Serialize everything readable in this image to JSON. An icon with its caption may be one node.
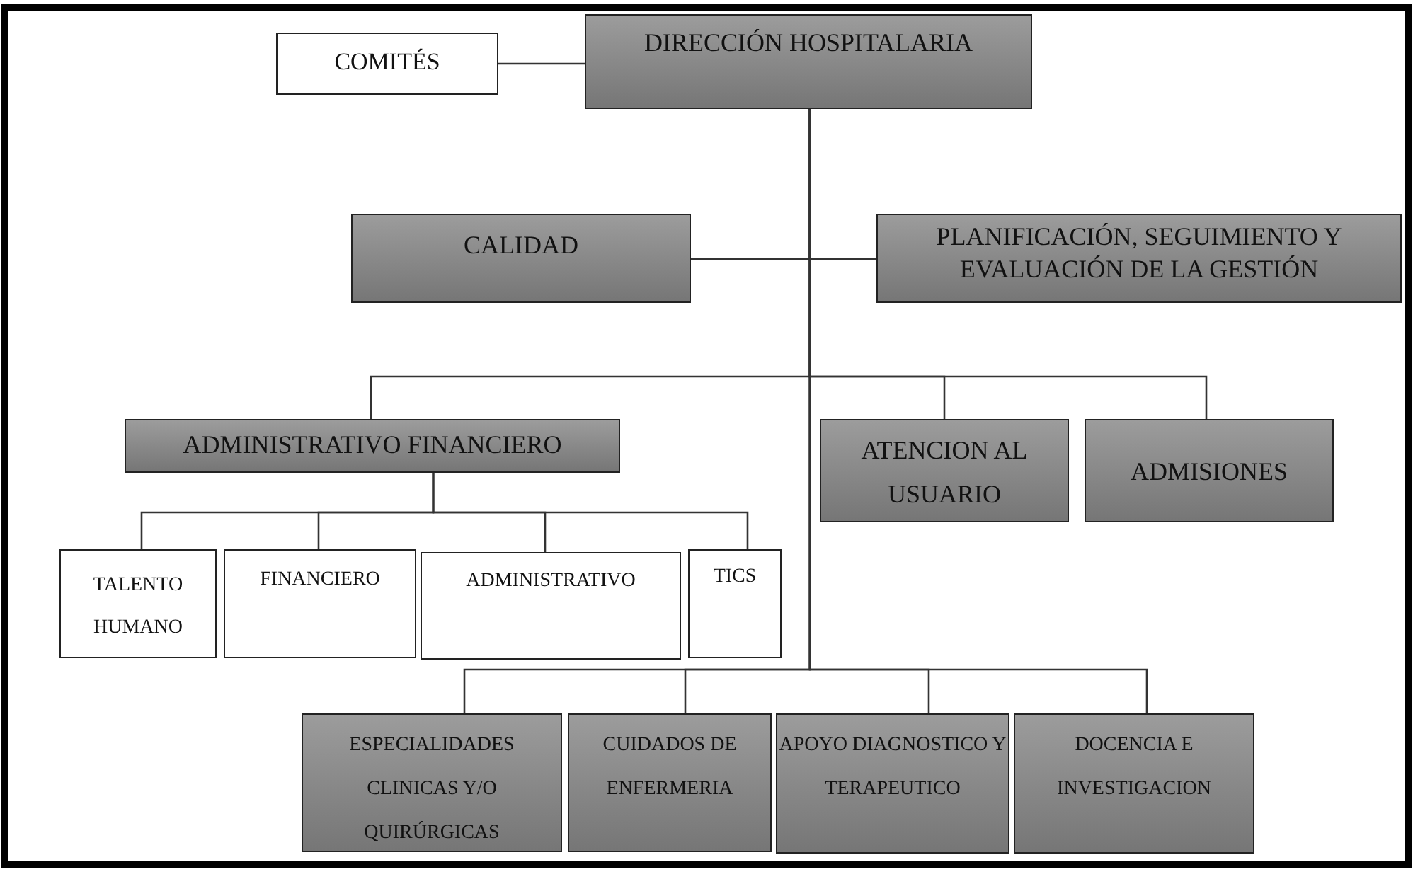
{
  "diagram": {
    "nodes": [
      {
        "text": [
          "DIRECCIÓN HOSPITALARIA"
        ]
      },
      {
        "text": [
          "COMITÉS"
        ]
      },
      {
        "text": [
          "CALIDAD"
        ]
      },
      {
        "text": [
          "PLANIFICACIÓN, SEGUIMIENTO Y EVALUACIÓN DE LA GESTIÓN"
        ]
      },
      {
        "text": [
          "ADMINISTRATIVO FINANCIERO"
        ]
      },
      {
        "text": [
          "ATENCION AL USUARIO"
        ]
      },
      {
        "text": [
          "ADMISIONES"
        ]
      },
      {
        "text": [
          "TALENTO HUMANO"
        ]
      },
      {
        "text": [
          "FINANCIERO"
        ]
      },
      {
        "text": [
          "ADMINISTRATIVO"
        ]
      },
      {
        "text": [
          "TICS"
        ]
      },
      {
        "text": [
          "ESPECIALIDADES CLINICAS Y/O QUIRÚRGICAS"
        ]
      },
      {
        "text": [
          "CUIDADOS DE ENFERMERIA"
        ]
      },
      {
        "text": [
          "APOYO DIAGNOSTICO Y TERAPEUTICO"
        ]
      },
      {
        "text": [
          "DOCENCIA E INVESTIGACION"
        ]
      }
    ],
    "edges": [
      {
        "from": 0,
        "to": 1,
        "arrow": "none"
      },
      {
        "from": 0,
        "to": 2,
        "arrow": "none"
      },
      {
        "from": 0,
        "to": 3,
        "arrow": "none"
      },
      {
        "from": 0,
        "to": 4,
        "arrow": "none"
      },
      {
        "from": 0,
        "to": 5,
        "arrow": "none"
      },
      {
        "from": 0,
        "to": 6,
        "arrow": "none"
      },
      {
        "from": 4,
        "to": 7,
        "arrow": "none"
      },
      {
        "from": 4,
        "to": 8,
        "arrow": "none"
      },
      {
        "from": 4,
        "to": 9,
        "arrow": "none"
      },
      {
        "from": 4,
        "to": 10,
        "arrow": "none"
      },
      {
        "from": 0,
        "to": 11,
        "arrow": "none"
      },
      {
        "from": 0,
        "to": 12,
        "arrow": "none"
      },
      {
        "from": 0,
        "to": 13,
        "arrow": "none"
      },
      {
        "from": 0,
        "to": 14,
        "arrow": "none"
      }
    ]
  }
}
